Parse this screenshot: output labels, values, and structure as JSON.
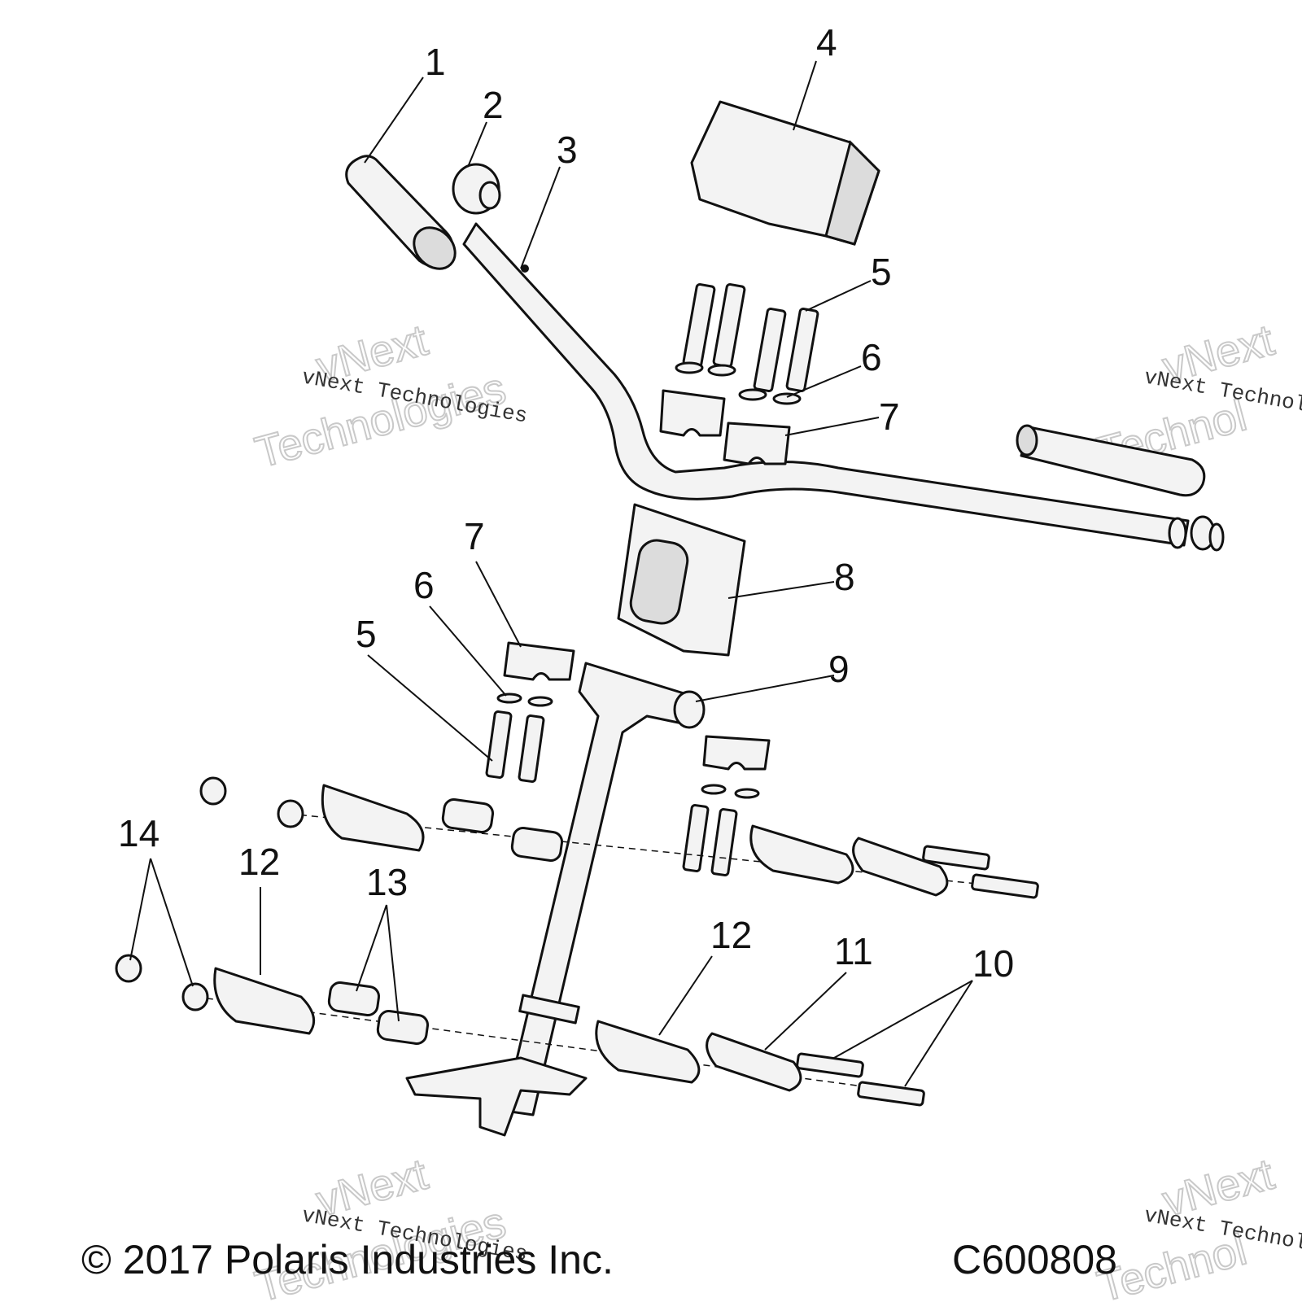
{
  "callouts": [
    "1",
    "2",
    "3",
    "4",
    "5",
    "6",
    "7",
    "8",
    "9",
    "10",
    "11",
    "12",
    "13",
    "14"
  ],
  "watermark": {
    "brand_line": "vNext Technologies",
    "brand_word_1": "vNext",
    "brand_word_2": "Technologies",
    "brand_clip_1": "vNext Technol",
    "brand_clip_2": "Technol",
    "brand_clip_3": "vNext",
    "brand_clip_4": "Technologies"
  },
  "footer": {
    "copyright": "© 2017 Polaris Industries Inc.",
    "figure_code": "C600808"
  }
}
